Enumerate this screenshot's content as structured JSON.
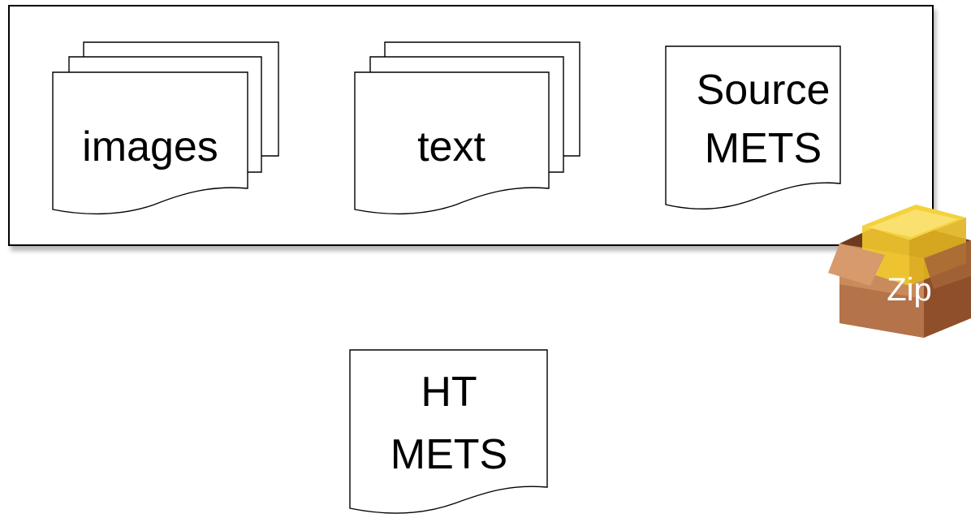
{
  "package": {
    "items": [
      {
        "label_lines": [
          "images"
        ]
      },
      {
        "label_lines": [
          "text"
        ]
      },
      {
        "label_lines": [
          "Source",
          "METS"
        ]
      }
    ],
    "zip_label": "Zip"
  },
  "output": {
    "label_lines": [
      "HT",
      "METS"
    ]
  },
  "colors": {
    "stroke": "#000000",
    "box_shade": "#c8c8c8",
    "zip_tan": "#c98a5c",
    "zip_brown": "#8e4f2a",
    "zip_yellow": "#f4d23c"
  },
  "icons": {
    "zip": "zip-archive-box-icon"
  }
}
